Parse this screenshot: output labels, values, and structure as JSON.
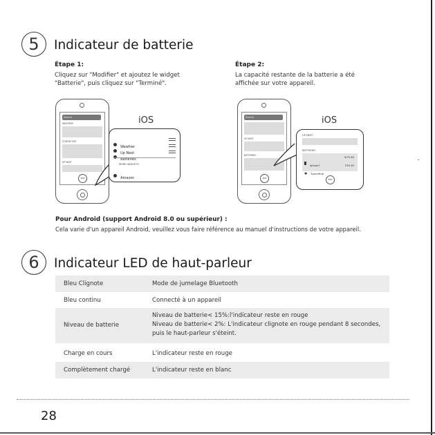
{
  "section5": {
    "number": "5",
    "title": "Indicateur de batterie",
    "step1_title": "Étape 1:",
    "step1_text": [
      "Cliquez sur \"Modifier\" et ajoutez le widget",
      "\"Batterie\", puis cliquez sur \"Terminé\"."
    ],
    "step2_title": "Étape 2:",
    "step2_text": [
      " La capacité restante de la batterie a été",
      "affichée sur votre appareil."
    ],
    "ios_label": "iOS",
    "phone1": {
      "search": "Search",
      "labels": [
        "WEATHER",
        "CONTACTS/E",
        "UP NEXT"
      ],
      "edit": "Edit"
    },
    "bubble1": {
      "items": [
        "Weather",
        "Up Next",
        "Batteries"
      ],
      "more_header": "MORE WIDGETS",
      "more_items": [
        "Amazon"
      ]
    },
    "phone2": {
      "search": "Search",
      "labels": [
        "UP NEXT",
        "BATTERIES"
      ],
      "edit": "Edit"
    },
    "bubble2": {
      "up_next": "UP NEXT",
      "batteries": "BATTERIES",
      "rows": [
        {
          "name": "iphone7",
          "value": "67% 80"
        },
        {
          "name": "SoundHub",
          "value": "75% 65"
        }
      ],
      "edit": "Edit"
    },
    "android_title": "Pour Android (support Android 8.0 ou supérieur) :",
    "android_text": "Cela varie d'un appareil Android, veuillez vous faire référence au manuel d'instructions de votre appareil."
  },
  "section6": {
    "number": "6",
    "title": "Indicateur LED de haut-parleur",
    "rows": [
      {
        "state": "Bleu Clignote",
        "desc": [
          "Mode de jumelage Bluetooth"
        ]
      },
      {
        "state": "Bleu continu",
        "desc": [
          "Connecté à un appareil"
        ]
      },
      {
        "state": "Niveau de batterie",
        "desc": [
          "Niveau de batterie< 15%:l'indicateur reste en rouge",
          "Niveau de batterie< 2%: L'indicateur clignote en rouge pendant 8 secondes,",
          "puis le haut-parleur s'éteint."
        ]
      },
      {
        "state": "Charge en cours",
        "desc": [
          "L'indicateur reste en rouge"
        ]
      },
      {
        "state": "Complètement chargé",
        "desc": [
          "L'indicateur reste en blanc"
        ]
      }
    ]
  },
  "page_number": "28"
}
